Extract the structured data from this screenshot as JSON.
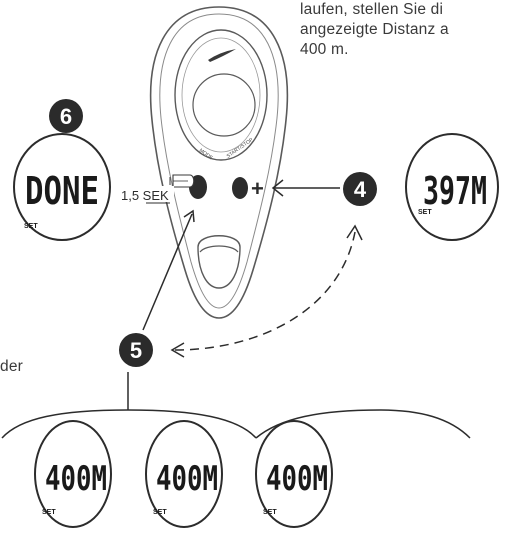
{
  "instructions": {
    "line1": "laufen, stellen Sie di",
    "line2": "angezeigte Distanz a",
    "line3": "400 m.",
    "side_fragment": "der"
  },
  "steps": {
    "step4": "4",
    "step5": "5",
    "step6": "6"
  },
  "device": {
    "mode_label": "MODE",
    "start_stop_label": "START/STOP",
    "plus_label": "+",
    "hold_label": "1,5 SEK"
  },
  "displays": {
    "done": {
      "value": "DONE",
      "set": "SET"
    },
    "distance": {
      "value": "397M",
      "set": "SET"
    },
    "cycle": [
      {
        "value": "400M",
        "set": "SET"
      },
      {
        "value": "400M",
        "set": "SET"
      },
      {
        "value": "400M",
        "set": "SET"
      }
    ]
  },
  "colors": {
    "ink": "#2c2c2c",
    "badge": "#2b2b2b",
    "device_outline": "#555555"
  }
}
